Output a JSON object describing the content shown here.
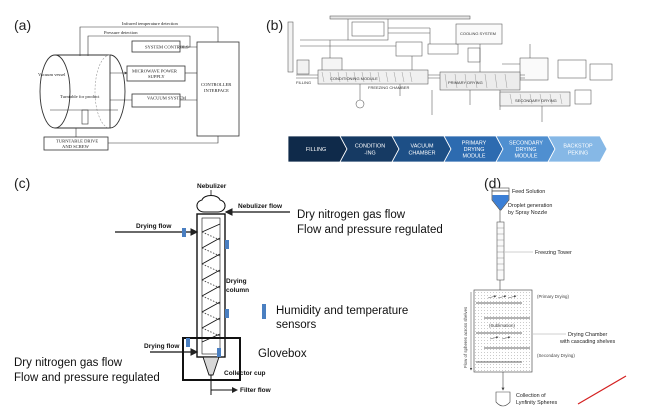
{
  "panels": {
    "a": {
      "label": "(a)",
      "ir_detection": "Infrared temperature detection",
      "pressure_detection": "Pressure detection",
      "system_controls": "SYSTEM CONTROLS",
      "microwave_power_1": "MICROWAVE POWER",
      "microwave_power_2": "SUPPLY",
      "vacuum_system": "VACUUM SYSTEM",
      "controller_1": "CONTROLLER",
      "controller_2": "INTERFACE",
      "vacuum_vessel": "Vacuum vessel",
      "turntable": "Turntable for product",
      "drive_1": "TURNTABLE DRIVE",
      "drive_2": "AND SCREW"
    },
    "b": {
      "label": "(b)",
      "cooling_system": "COOLING SYSTEM",
      "conditioning_module": "CONDITIONING MODULE",
      "freezing_chamber": "FREEZING CHAMBER",
      "primary_drying": "PRIMARY DRYING",
      "secondary_drying": "SECONDARY DRYING",
      "filling": "FILLING",
      "steps": [
        {
          "line1": "FILLING",
          "line2": ""
        },
        {
          "line1": "CONDITION",
          "line2": "-ING"
        },
        {
          "line1": "VACUUM",
          "line2": "CHAMBER"
        },
        {
          "line1": "PRIMARY",
          "line2": "DRYING",
          "line3": "MODULE"
        },
        {
          "line1": "SECONDARY",
          "line2": "DRYING",
          "line3": "MODULE"
        },
        {
          "line1": "BACKSTOP",
          "line2": "PEKING"
        }
      ],
      "colors": [
        "#0f2a4a",
        "#163a63",
        "#1d4f86",
        "#2d6bb0",
        "#4f8fd0",
        "#86b8e6"
      ]
    },
    "c": {
      "label": "(c)",
      "nebulizer": "Nebulizer",
      "nebulizer_flow": "Nebulizer flow",
      "drying_flow_top": "Drying flow",
      "drying_flow_bottom": "Drying flow",
      "drying_column_1": "Drying",
      "drying_column_2": "column",
      "collector_cup": "Collector cup",
      "filter_flow": "Filter flow",
      "glovebox": "Glovebox",
      "gas_top_1": "Dry nitrogen gas flow",
      "gas_top_2": "Flow and pressure regulated",
      "gas_bottom_1": "Dry nitrogen gas flow",
      "gas_bottom_2": "Flow and pressure regulated",
      "sensors_1": "Humidity and temperature",
      "sensors_2": "sensors",
      "sensor_color": "#4a7fc1"
    },
    "d": {
      "label": "(d)",
      "feed_solution": "Feed Solution",
      "droplet_1": "Droplet generation",
      "droplet_2": "by Spray Nozzle",
      "freezing_tower": "Freezing Tower",
      "primary_drying": "(Primary Drying)",
      "sublimation": "(Sublimation)",
      "drying_chamber_1": "Drying Chamber",
      "drying_chamber_2": "with cascading shelves",
      "secondary_drying": "(Secondary Drying)",
      "flow_spheres": "Flow of spheres across shelves",
      "collection_1": "Collection of",
      "collection_2": "Lynfinity Spheres",
      "feed_color": "#3b7fd6",
      "annotation_color": "#d42020"
    }
  }
}
